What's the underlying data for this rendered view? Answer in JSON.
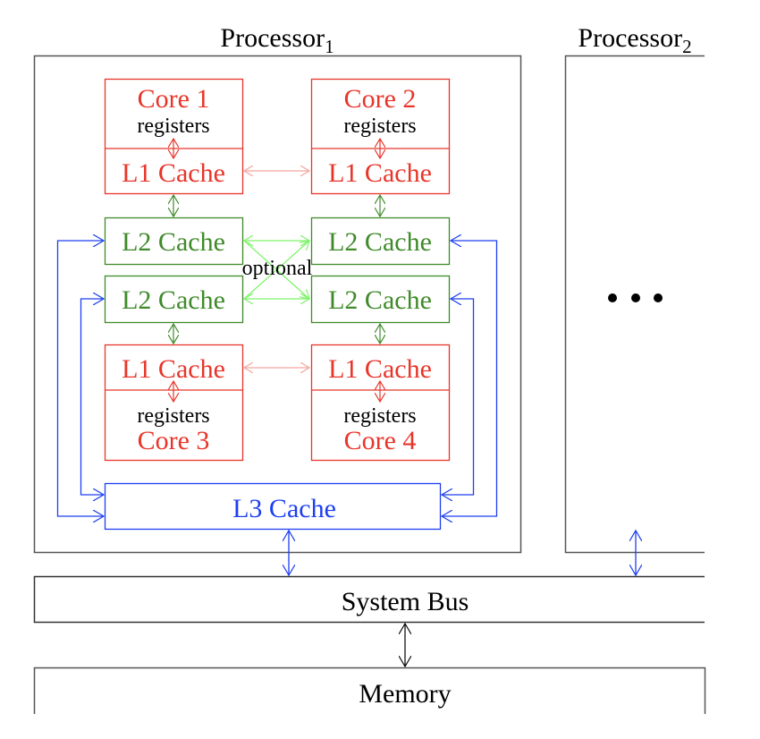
{
  "colors": {
    "core": "#e8352a",
    "core_link": "#f4a6a0",
    "l2": "#3f8a2a",
    "l2_link": "#7ff36a",
    "l3": "#1d3ff0",
    "frame": "#555555",
    "text": "#000000"
  },
  "processors": [
    {
      "name": "Processor",
      "subscript": "1"
    },
    {
      "name": "Processor",
      "subscript": "2"
    }
  ],
  "cores": [
    {
      "label": "Core 1",
      "registers": "registers",
      "l1": "L1 Cache"
    },
    {
      "label": "Core 2",
      "registers": "registers",
      "l1": "L1 Cache"
    },
    {
      "label": "Core 3",
      "registers": "registers",
      "l1": "L1 Cache"
    },
    {
      "label": "Core 4",
      "registers": "registers",
      "l1": "L1 Cache"
    }
  ],
  "l2_caches": [
    {
      "label": "L2 Cache"
    },
    {
      "label": "L2 Cache"
    },
    {
      "label": "L2 Cache"
    },
    {
      "label": "L2 Cache"
    }
  ],
  "l2_crosslink_label": "optional",
  "l3_cache": {
    "label": "L3 Cache"
  },
  "ellipsis": "• • •",
  "system_bus": {
    "label": "System Bus"
  },
  "memory": {
    "label": "Memory"
  }
}
